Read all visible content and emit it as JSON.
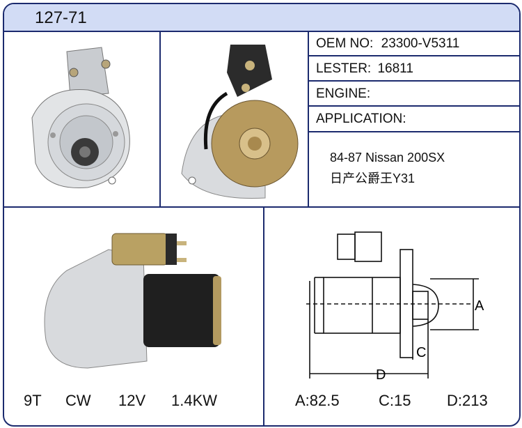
{
  "header": {
    "model": "127-71"
  },
  "specs": {
    "oem_label": "OEM NO:",
    "oem_value": "23300-V5311",
    "lester_label": "LESTER:",
    "lester_value": "16811",
    "engine_label": "ENGINE:",
    "application_label": "APPLICATION:",
    "application_lines": [
      "84-87 Nissan 200SX",
      "日产公爵王Y31"
    ]
  },
  "ratings": {
    "teeth": "9T",
    "rotation": "CW",
    "voltage": "12V",
    "power": "1.4KW"
  },
  "dimensions": {
    "a_label": "A",
    "c_label": "C",
    "d_label": "D",
    "a_value": "A:82.5",
    "c_value": "C:15",
    "d_value": "D:213"
  },
  "colors": {
    "border": "#1b2a6e",
    "header_bg": "#d2dcf5"
  }
}
